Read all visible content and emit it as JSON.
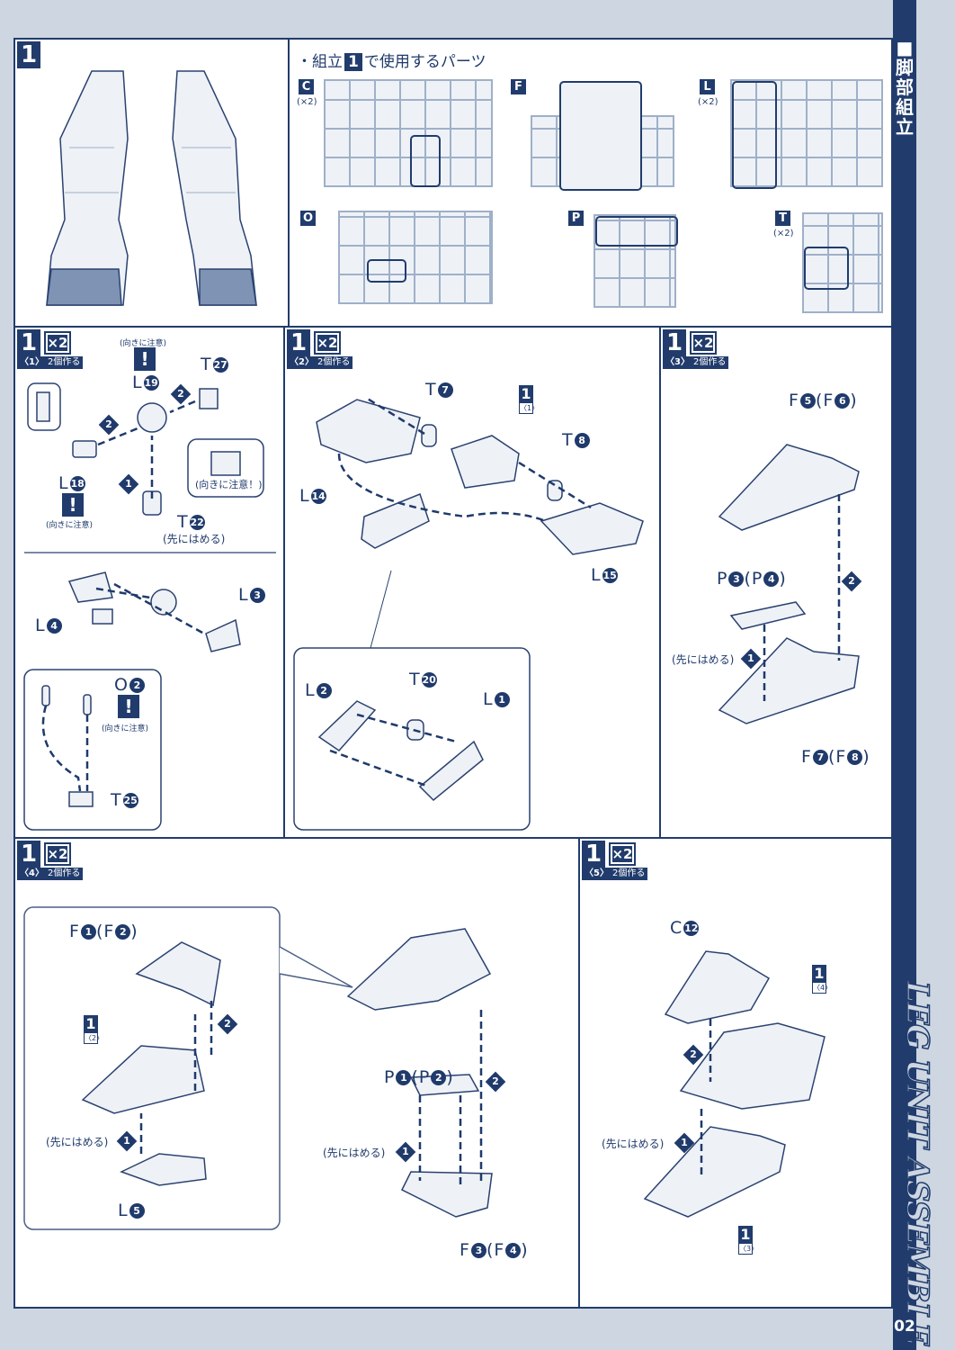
{
  "section": {
    "title": "■脚部組立",
    "english": "LEG UNIT ASSEMBLE",
    "page": "02"
  },
  "overview": {
    "step": "1"
  },
  "parts_used": {
    "prefix": "・組立",
    "step": "1",
    "suffix": "で使用するパーツ",
    "runners": [
      {
        "id": "C",
        "count": "(×2)"
      },
      {
        "id": "F"
      },
      {
        "id": "L",
        "count": "(×2)"
      },
      {
        "id": "O"
      },
      {
        "id": "P"
      },
      {
        "id": "T",
        "count": "(×2)"
      }
    ]
  },
  "steps": [
    {
      "step": "1",
      "mult": "×2",
      "sub": "〈1〉",
      "make": "2個作る",
      "labels": {
        "L19": {
          "p": "L",
          "n": "19"
        },
        "T27": {
          "p": "T",
          "n": "27"
        },
        "L18": {
          "p": "L",
          "n": "18"
        },
        "T22": {
          "p": "T",
          "n": "22"
        },
        "L3": {
          "p": "L",
          "n": "3"
        },
        "L4": {
          "p": "L",
          "n": "4"
        },
        "O2": {
          "p": "O",
          "n": "2"
        },
        "T25": {
          "p": "T",
          "n": "25"
        }
      },
      "notes": {
        "orient_top": "(向きに注意)",
        "orient_left": "(向きに注意)",
        "orient_callout": "(向きに注意！)",
        "first": "(先にはめる)",
        "orient_o2": "(向きに注意)"
      },
      "excl": "!",
      "order": [
        "1",
        "2",
        "2"
      ]
    },
    {
      "step": "1",
      "mult": "×2",
      "sub": "〈2〉",
      "make": "2個作る",
      "labels": {
        "T7": {
          "p": "T",
          "n": "7"
        },
        "T8": {
          "p": "T",
          "n": "8"
        },
        "L14": {
          "p": "L",
          "n": "14"
        },
        "L15": {
          "p": "L",
          "n": "15"
        },
        "L2": {
          "p": "L",
          "n": "2"
        },
        "T20": {
          "p": "T",
          "n": "20"
        },
        "L1": {
          "p": "L",
          "n": "1"
        }
      },
      "ref": {
        "n": "1",
        "c": "〈1〉"
      }
    },
    {
      "step": "1",
      "mult": "×2",
      "sub": "〈3〉",
      "make": "2個作る",
      "labels": {
        "F5": {
          "p": "F",
          "n": "5",
          "p2": "(F",
          "n2": "6",
          "close": ")"
        },
        "P3": {
          "p": "P",
          "n": "3",
          "p2": "(P",
          "n2": "4",
          "close": ")"
        },
        "F7": {
          "p": "F",
          "n": "7",
          "p2": "(F",
          "n2": "8",
          "close": ")"
        }
      },
      "notes": {
        "first": "(先にはめる)"
      },
      "order": [
        "1",
        "2"
      ]
    },
    {
      "step": "1",
      "mult": "×2",
      "sub": "〈4〉",
      "make": "2個作る",
      "labels": {
        "F1": {
          "p": "F",
          "n": "1",
          "p2": "(F",
          "n2": "2",
          "close": ")"
        },
        "L5": {
          "p": "L",
          "n": "5"
        },
        "P1": {
          "p": "P",
          "n": "1",
          "p2": "(P",
          "n2": "2",
          "close": ")"
        },
        "F3": {
          "p": "F",
          "n": "3",
          "p2": "(F",
          "n2": "4",
          "close": ")"
        }
      },
      "notes": {
        "first_a": "(先にはめる)",
        "first_b": "(先にはめる)"
      },
      "ref": {
        "n": "1",
        "c": "〈2〉"
      },
      "order": [
        "1",
        "2"
      ]
    },
    {
      "step": "1",
      "mult": "×2",
      "sub": "〈5〉",
      "make": "2個作る",
      "labels": {
        "C12": {
          "p": "C",
          "n": "12"
        }
      },
      "notes": {
        "first": "(先にはめる)"
      },
      "ref_a": {
        "n": "1",
        "c": "〈4〉"
      },
      "ref_b": {
        "n": "1",
        "c": "〈3〉"
      },
      "order": [
        "1",
        "2"
      ]
    }
  ],
  "colors": {
    "navy": "#213c6c",
    "background": "#cdd6e1",
    "runner": "#9fb0c8"
  }
}
